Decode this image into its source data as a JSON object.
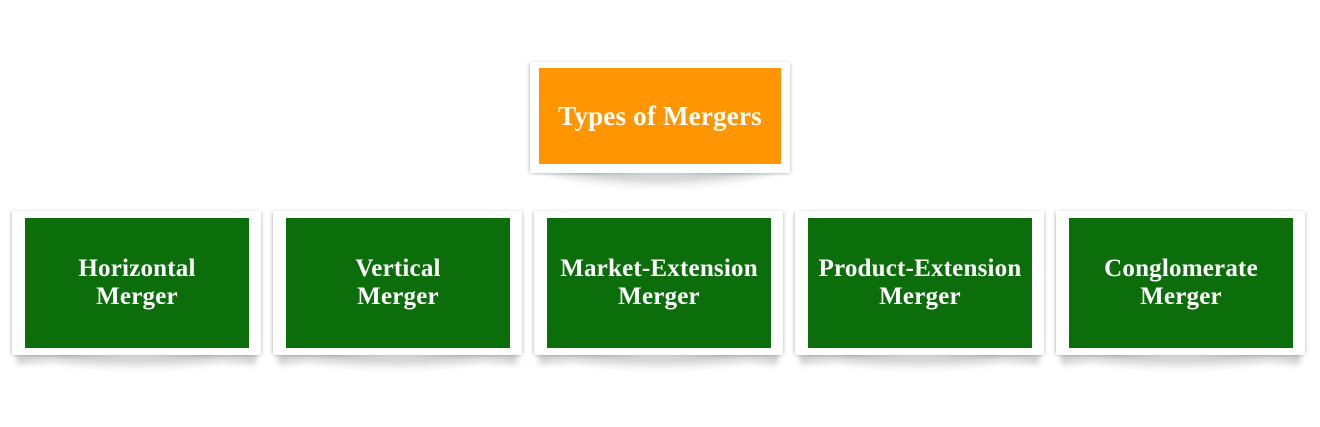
{
  "diagram": {
    "kind": "hierarchy-tree",
    "background_color": "#ffffff",
    "root": {
      "id": "types-of-mergers",
      "label": "Types of Mergers",
      "fill_color": "#ff9500",
      "text_color": "#ffffff",
      "frame_color": "#ffffff"
    },
    "children": [
      {
        "id": "horizontal-merger",
        "label": "Horizontal\nMerger",
        "line1": "Horizontal",
        "line2": "Merger",
        "fill_color": "#0b6e0b",
        "text_color": "#ffffff",
        "frame_color": "#ffffff"
      },
      {
        "id": "vertical-merger",
        "label": "Vertical\nMerger",
        "line1": "Vertical",
        "line2": "Merger",
        "fill_color": "#0b6e0b",
        "text_color": "#ffffff",
        "frame_color": "#ffffff"
      },
      {
        "id": "market-extension-merger",
        "label": "Market-Extension\nMerger",
        "line1": "Market-Extension",
        "line2": "Merger",
        "fill_color": "#0b6e0b",
        "text_color": "#ffffff",
        "frame_color": "#ffffff"
      },
      {
        "id": "product-extension-merger",
        "label": "Product-Extension\nMerger",
        "line1": "Product-Extension",
        "line2": "Merger",
        "fill_color": "#0b6e0b",
        "text_color": "#ffffff",
        "frame_color": "#ffffff"
      },
      {
        "id": "conglomerate-merger",
        "label": "Conglomerate\nMerger",
        "line1": "Conglomerate",
        "line2": "Merger",
        "fill_color": "#0b6e0b",
        "text_color": "#ffffff",
        "frame_color": "#ffffff"
      }
    ]
  }
}
